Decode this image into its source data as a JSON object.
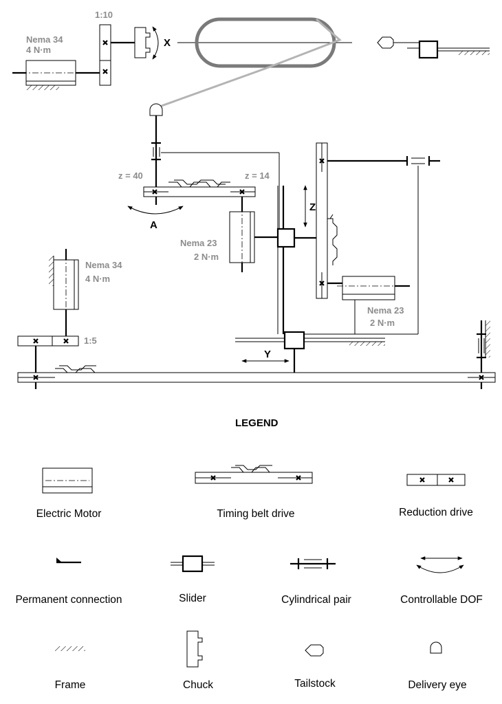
{
  "colors": {
    "line": "#000000",
    "label_gray": "#8c8c8c",
    "thread": "#b4b4b4",
    "ring": "#7a7a7a"
  },
  "schematic": {
    "motor_x_name": "Nema 34",
    "motor_x_torque": "4 N·m",
    "ratio_x": "1:10",
    "axis_x": "X",
    "z_left": "z = 40",
    "z_right": "z = 14",
    "axis_a": "A",
    "axis_z": "Z",
    "motor_a_name": "Nema 23",
    "motor_a_torque": "2 N·m",
    "motor_y_name": "Nema 34",
    "motor_y_torque": "4 N·m",
    "ratio_y": "1:5",
    "motor_z_name": "Nema 23",
    "motor_z_torque": "2 N·m",
    "axis_y": "Y"
  },
  "legend": {
    "title": "LEGEND",
    "items": [
      {
        "label": "Electric Motor",
        "icon": "electric-motor-icon"
      },
      {
        "label": "Timing belt  drive",
        "icon": "timing-belt-drive-icon"
      },
      {
        "label": "Reduction drive",
        "icon": "reduction-drive-icon"
      },
      {
        "label": "Permanent connection",
        "icon": "permanent-connection-icon"
      },
      {
        "label": "Slider",
        "icon": "slider-icon"
      },
      {
        "label": "Cylindrical pair",
        "icon": "cylindrical-pair-icon"
      },
      {
        "label": "Controllable DOF",
        "icon": "controllable-dof-icon"
      },
      {
        "label": "Frame",
        "icon": "frame-icon"
      },
      {
        "label": "Chuck",
        "icon": "chuck-icon"
      },
      {
        "label": "Tailstock",
        "icon": "tailstock-icon"
      },
      {
        "label": "Delivery eye",
        "icon": "delivery-eye-icon"
      }
    ]
  }
}
